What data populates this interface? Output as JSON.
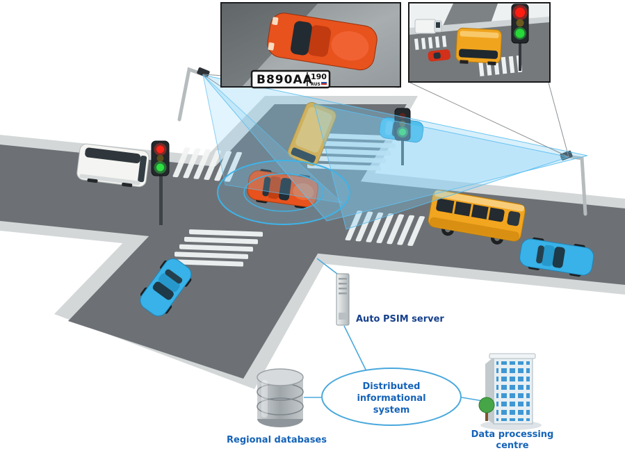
{
  "palette": {
    "accent_text_blue": "#1563b8",
    "server_text_navy": "#16408c",
    "cone_blue": "#5bc0ee",
    "road_gray": "#6d7175",
    "sidewalk_gray": "#d3d7d8",
    "bus_yellow": "#f2a51f",
    "car_orange": "#e8521c",
    "car_blue": "#38b2e8",
    "signal_red": "#ff2318",
    "signal_green": "#2ee042"
  },
  "plate": {
    "number": "В890АА",
    "region": "190",
    "country": "RUS"
  },
  "architecture": {
    "server_label": "Auto PSIM server",
    "system_line1": "Distributed",
    "system_line2": "informational",
    "system_line3": "system",
    "databases_label": "Regional databases",
    "centre_line1": "Data processing",
    "centre_line2": "centre"
  }
}
